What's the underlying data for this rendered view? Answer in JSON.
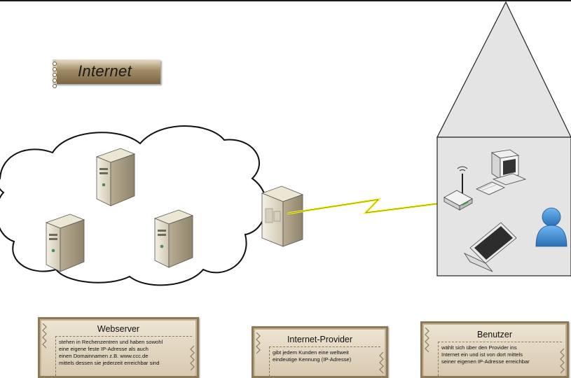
{
  "title": "Internet",
  "webserver": {
    "heading": "Webserver",
    "lines": [
      "stehen in Rechenzentren und haben sowohl",
      "eine eigene feste IP-Adresse als auch",
      "einen Domainnamen z.B. www.ccc.de",
      "mittels dessen sie jederzeit erreichbar sind"
    ]
  },
  "provider": {
    "heading": "Internet-Provider",
    "lines": [
      "gibt jedem Kunden eine weltweit",
      "eindeutige Kennung (IP-Adresse)"
    ]
  },
  "benutzer": {
    "heading": "Benutzer",
    "lines": [
      "wählt sich über den Provider ins",
      "Internet ein und ist von dort mittels",
      "seiner eigenen  IP-Adresse erreichbar"
    ]
  },
  "colors": {
    "house_fill": "#e4e4e4",
    "bolt": "#f2f21a",
    "user_figure": "#3e8fd6",
    "card_frame": "#8c7a58"
  },
  "icons": [
    "server-icon",
    "provider-server-icon",
    "lightning-link-icon",
    "wireless-router-icon",
    "desktop-computer-icon",
    "laptop-icon",
    "user-icon"
  ]
}
